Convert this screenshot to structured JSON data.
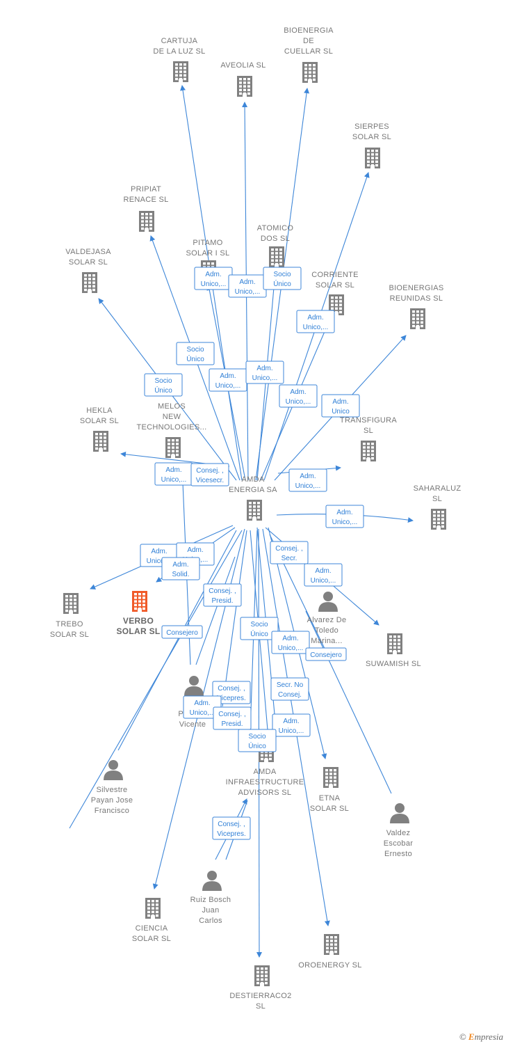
{
  "nodes": [
    {
      "id": "cartuja",
      "kind": "company",
      "label": [
        "CARTUJA",
        "DE LA LUZ  SL"
      ]
    },
    {
      "id": "aveolia",
      "kind": "company",
      "label": [
        "AVEOLIA  SL"
      ]
    },
    {
      "id": "bioenergia_cuellar",
      "kind": "company",
      "label": [
        "BIOENERGIA",
        "DE",
        "CUELLAR SL"
      ]
    },
    {
      "id": "sierpes",
      "kind": "company",
      "label": [
        "SIERPES",
        "SOLAR  SL"
      ]
    },
    {
      "id": "pripiat",
      "kind": "company",
      "label": [
        "PRIPIAT",
        "RENACE  SL"
      ]
    },
    {
      "id": "atomico",
      "kind": "company",
      "label": [
        "ATOMICO",
        "DOS  SL"
      ]
    },
    {
      "id": "pitamo",
      "kind": "company",
      "label": [
        "PITAMO",
        "SOLAR I  SL"
      ]
    },
    {
      "id": "valdejasa",
      "kind": "company",
      "label": [
        "VALDEJASA",
        "SOLAR  SL"
      ]
    },
    {
      "id": "corriente",
      "kind": "company",
      "label": [
        "CORRIENTE",
        "SOLAR  SL"
      ]
    },
    {
      "id": "bioenergias_reunidas",
      "kind": "company",
      "label": [
        "BIOENERGIAS",
        "REUNIDAS SL"
      ]
    },
    {
      "id": "hekla",
      "kind": "company",
      "label": [
        "HEKLA",
        "SOLAR  SL"
      ]
    },
    {
      "id": "melos",
      "kind": "company",
      "label": [
        "MELOS",
        "NEW",
        "TECHNOLOGIES..."
      ]
    },
    {
      "id": "transfigura",
      "kind": "company",
      "label": [
        "TRANSFIGURA",
        "SL"
      ]
    },
    {
      "id": "amda",
      "kind": "company",
      "label": [
        "AMDA",
        "ENERGIA SA"
      ]
    },
    {
      "id": "saharaluz",
      "kind": "company",
      "label": [
        "SAHARALUZ",
        "SL"
      ]
    },
    {
      "id": "trebo",
      "kind": "company",
      "label": [
        "TREBO",
        "SOLAR  SL"
      ]
    },
    {
      "id": "verbo",
      "kind": "focus",
      "label": [
        "VERBO",
        "SOLAR  SL"
      ]
    },
    {
      "id": "alvarez",
      "kind": "person",
      "label": [
        "Alvarez De",
        "Toledo",
        "Marina..."
      ]
    },
    {
      "id": "suwamish",
      "kind": "company",
      "label": [
        "SUWAMISH  SL"
      ]
    },
    {
      "id": "sanz",
      "kind": "person",
      "label": [
        "Sanz",
        "Pascual",
        "Vicente"
      ]
    },
    {
      "id": "amda_infra",
      "kind": "company",
      "label": [
        "AMDA",
        "INFRAESTRUCTURE",
        "ADVISORS  SL"
      ]
    },
    {
      "id": "etna",
      "kind": "company",
      "label": [
        "ETNA",
        "SOLAR  SL"
      ]
    },
    {
      "id": "silvestre",
      "kind": "person",
      "label": [
        "Silvestre",
        "Payan Jose",
        "Francisco"
      ]
    },
    {
      "id": "valdez",
      "kind": "person",
      "label": [
        "Valdez",
        "Escobar",
        "Ernesto"
      ]
    },
    {
      "id": "ruiz",
      "kind": "person",
      "label": [
        "Ruiz Bosch",
        "Juan",
        "Carlos"
      ]
    },
    {
      "id": "ciencia",
      "kind": "company",
      "label": [
        "CIENCIA",
        "SOLAR  SL"
      ]
    },
    {
      "id": "oroenergy",
      "kind": "company",
      "label": [
        "OROENERGY SL"
      ]
    },
    {
      "id": "destierraco",
      "kind": "company",
      "label": [
        "DESTIERRACO2",
        "SL"
      ]
    }
  ],
  "edge_labels": [
    [
      "Adm.",
      "Unico,..."
    ],
    [
      "Socio",
      "Único"
    ],
    [
      "Adm.",
      "Unico,..."
    ],
    [
      "Adm.",
      "Unico,..."
    ],
    [
      "Socio",
      "Único"
    ],
    [
      "Socio",
      "Único"
    ],
    [
      "Adm.",
      "Unico,..."
    ],
    [
      "Adm.",
      "Unico,..."
    ],
    [
      "Adm.",
      "Unico,..."
    ],
    [
      "Adm.",
      "Unico"
    ],
    [
      "Adm.",
      "Unico,..."
    ],
    [
      "Consej. ,",
      "Vicesecr."
    ],
    [
      "Adm.",
      "Unico,..."
    ],
    [
      "Adm.",
      "Unico,..."
    ],
    [
      "Adm.",
      "Unico,..."
    ],
    [
      "Adm.",
      "Unico,..."
    ],
    [
      "Adm.",
      "Solid."
    ],
    [
      "Consej. ,",
      "Secr."
    ],
    [
      "Adm.",
      "Unico,..."
    ],
    [
      "Consej. ,",
      "Presid."
    ],
    [
      "Consejero"
    ],
    [
      "Socio",
      "Único"
    ],
    [
      "Adm.",
      "Unico,..."
    ],
    [
      "Consejero"
    ],
    [
      "Consej. ,",
      "Vicepres."
    ],
    [
      "Secr.  No",
      "Consej."
    ],
    [
      "Adm.",
      "Unico,..."
    ],
    [
      "Consej. ,",
      "Presid."
    ],
    [
      "Adm.",
      "Unico,..."
    ],
    [
      "Socio",
      "Único"
    ],
    [
      "Consej. ,",
      "Vicepres."
    ]
  ],
  "colors": {
    "edge": "#3d86d8",
    "company_icon": "#808080",
    "focus_icon": "#f05a28",
    "person_icon": "#808080",
    "label_text": "#777777"
  },
  "brand": {
    "symbol": "©",
    "initial": "E",
    "rest": "mpresia"
  }
}
